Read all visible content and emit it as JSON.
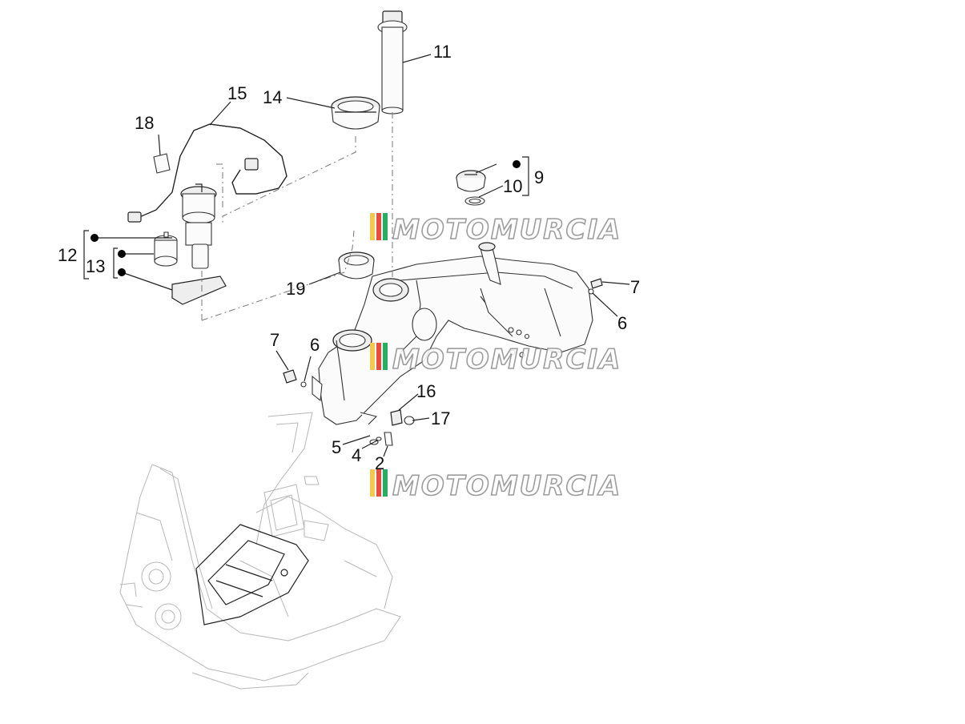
{
  "watermark": {
    "text": "MOTOMURCIA",
    "stripe_colors": [
      "#f2c94c",
      "#e74c3c",
      "#27ae60"
    ]
  },
  "callouts": {
    "c2": "2",
    "c4": "4",
    "c5": "5",
    "c6a": "6",
    "c6b": "6",
    "c7a": "7",
    "c7b": "7",
    "c9": "9",
    "c10": "10",
    "c11": "11",
    "c12": "12",
    "c13": "13",
    "c14": "14",
    "c15": "15",
    "c16": "16",
    "c17": "17",
    "c18": "18",
    "c19": "19"
  }
}
